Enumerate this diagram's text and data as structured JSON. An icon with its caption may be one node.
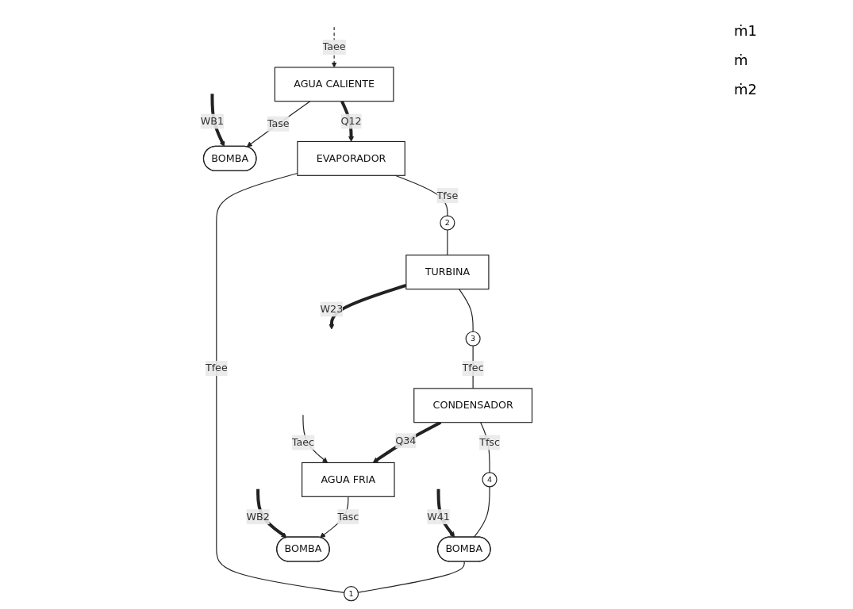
{
  "diagram": {
    "nodes": [
      {
        "text": [
          "BOMBA"
        ]
      },
      {
        "text": [
          "AGUA CALIENTE"
        ]
      },
      {
        "text": [
          "1"
        ]
      },
      {
        "text": [
          "EVAPORADOR"
        ]
      },
      {
        "text": [
          "2"
        ]
      },
      {
        "text": [
          "BOMBA"
        ]
      },
      {
        "text": [
          "TURBINA"
        ]
      },
      {
        "text": [
          "4"
        ]
      },
      {
        "text": [
          "CONDENSADOR"
        ]
      },
      {
        "text": [
          "3"
        ]
      },
      {
        "text": [
          "AGUA FRIA"
        ]
      },
      {
        "text": [
          "BOMBA"
        ]
      }
    ],
    "edges": [
      {
        "from": null,
        "to": 1,
        "arrow": "to",
        "label": "Taee",
        "style": "dashed"
      },
      {
        "from": 1,
        "to": 0,
        "arrow": "to",
        "label": "Tase"
      },
      {
        "from": null,
        "to": 0,
        "arrow": "to",
        "label": "WB1",
        "style": "thick"
      },
      {
        "from": 1,
        "to": 3,
        "arrow": "to",
        "label": "Q12",
        "style": "thick"
      },
      {
        "from": 2,
        "to": 3,
        "arrow": "none",
        "label": "Tfee"
      },
      {
        "from": 3,
        "to": 4,
        "arrow": "none",
        "label": "Tfse"
      },
      {
        "from": 4,
        "to": 6,
        "arrow": "none"
      },
      {
        "from": 6,
        "to": 9,
        "arrow": "none"
      },
      {
        "from": 9,
        "to": 8,
        "arrow": "none",
        "label": "Tfec"
      },
      {
        "from": 8,
        "to": 7,
        "arrow": "none",
        "label": "Tfsc"
      },
      {
        "from": 7,
        "to": 5,
        "arrow": "none"
      },
      {
        "from": 5,
        "to": 2,
        "arrow": "none"
      },
      {
        "from": null,
        "to": 5,
        "arrow": "to",
        "label": "W41",
        "style": "thick"
      },
      {
        "from": 6,
        "to": null,
        "arrow": "to",
        "label": "W23",
        "style": "thick"
      },
      {
        "from": 8,
        "to": 10,
        "arrow": "to",
        "label": "Q34",
        "style": "thick"
      },
      {
        "from": null,
        "to": 10,
        "arrow": "to",
        "label": "Taec"
      },
      {
        "from": 10,
        "to": 11,
        "arrow": "to",
        "label": "Tasc"
      },
      {
        "from": null,
        "to": 11,
        "arrow": "to",
        "label": "WB2",
        "style": "thick"
      }
    ],
    "labels": [
      "ṁ1",
      "ṁ",
      "ṁ2"
    ]
  }
}
